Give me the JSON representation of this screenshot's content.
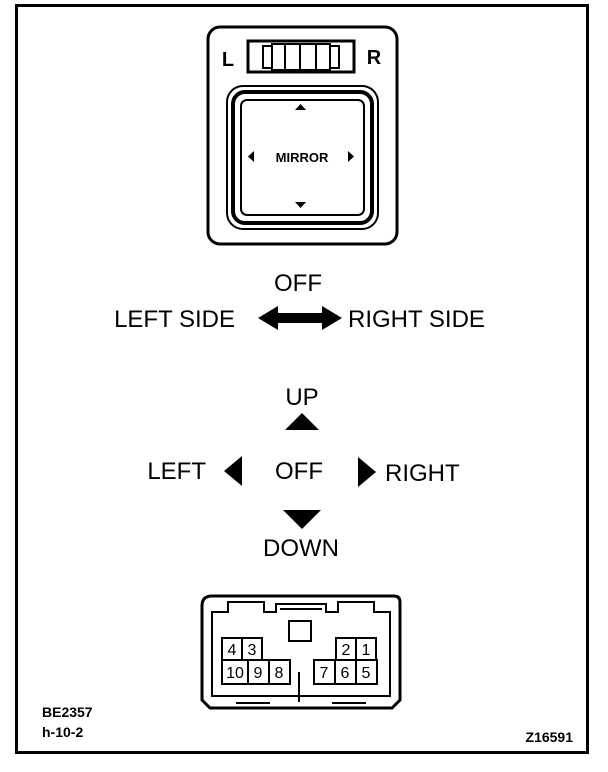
{
  "switch": {
    "left_mark": "L",
    "right_mark": "R",
    "pad_label": "MIRROR"
  },
  "select": {
    "center": "OFF",
    "left": "LEFT SIDE",
    "right": "RIGHT SIDE"
  },
  "adjust": {
    "up": "UP",
    "center": "OFF",
    "left": "LEFT",
    "right": "RIGHT",
    "down": "DOWN"
  },
  "connector": {
    "pins_top_left": [
      "4",
      "3"
    ],
    "pins_top_right": [
      "2",
      "1"
    ],
    "pins_bottom_left": [
      "10",
      "9",
      "8"
    ],
    "pins_bottom_right": [
      "7",
      "6",
      "5"
    ]
  },
  "refs": {
    "code": "BE2357",
    "sub": "h-10-2",
    "fig": "Z16591"
  }
}
